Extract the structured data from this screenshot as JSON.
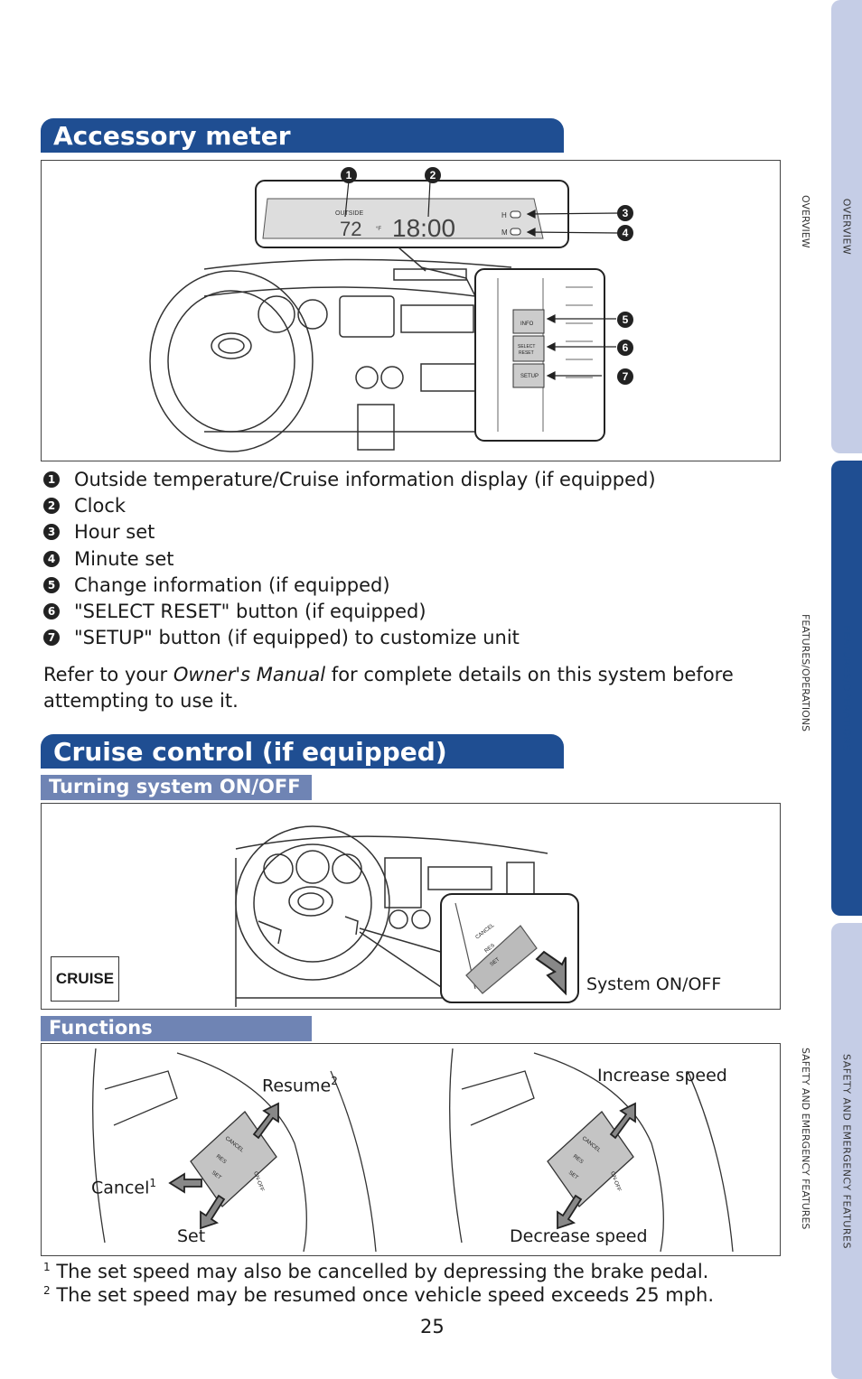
{
  "side_tabs": [
    {
      "label": "OVERVIEW"
    },
    {
      "label": "FEATURES/OPERATIONS"
    },
    {
      "label": "SAFETY AND EMERGENCY FEATURES"
    }
  ],
  "accessory": {
    "title": "Accessory meter",
    "display": {
      "outside_label": "OUTSIDE",
      "temp": "72",
      "unit": "°F",
      "clock": "18:00",
      "h_label": "H",
      "m_label": "M"
    },
    "buttons": {
      "info": "INFO",
      "select": "SELECT",
      "reset": "RESET",
      "setup": "SETUP"
    },
    "callouts": [
      "1",
      "2",
      "3",
      "4",
      "5",
      "6",
      "7"
    ],
    "legend": [
      {
        "num": "1",
        "text": "Outside temperature/Cruise information display (if equipped)"
      },
      {
        "num": "2",
        "text": "Clock"
      },
      {
        "num": "3",
        "text": "Hour set"
      },
      {
        "num": "4",
        "text": "Minute set"
      },
      {
        "num": "5",
        "text": "Change information (if equipped)"
      },
      {
        "num": "6",
        "text": "\"SELECT RESET\" button (if equipped)"
      },
      {
        "num": "7",
        "text": "\"SETUP\" button (if equipped) to customize unit"
      }
    ],
    "note_pre": "Refer to your ",
    "note_em": "Owner's Manual",
    "note_post": " for complete details on this system before attempting to use it."
  },
  "cruise": {
    "title": "Cruise control (if equipped)",
    "turning_title": "Turning system ON/OFF",
    "cruise_badge": "CRUISE",
    "system_label": "System ON/OFF",
    "functions_title": "Functions",
    "stalk_text": {
      "cancel": "CANCEL",
      "res": "RES",
      "set": "SET",
      "onoff": "ON-OFF"
    },
    "labels": {
      "resume": "Resume",
      "resume_sup": "2",
      "cancel": "Cancel",
      "cancel_sup": "1",
      "set": "Set",
      "increase": "Increase speed",
      "decrease": "Decrease speed"
    },
    "footnotes": [
      {
        "sup": "1",
        "text": "The set speed may also be cancelled by depressing the brake pedal."
      },
      {
        "sup": "2",
        "text": "The set speed may be resumed once vehicle speed exceeds 25 mph."
      }
    ]
  },
  "page_number": "25",
  "colors": {
    "header_blue": "#1f4e92",
    "subheader_blue": "#6f84b4",
    "tab_light": "#c5cde6"
  }
}
